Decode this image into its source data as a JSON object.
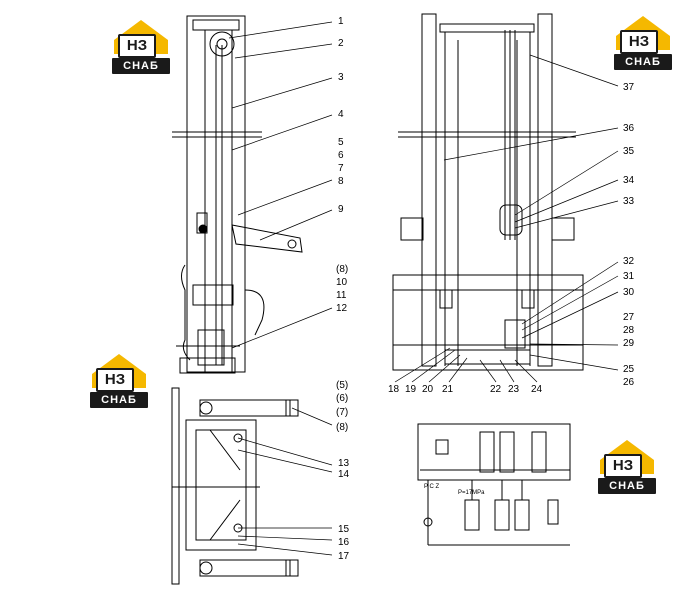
{
  "logo": {
    "mark": "НЗ",
    "sub": "СНАБ"
  },
  "callouts_left": [
    "1",
    "2",
    "3",
    "4",
    "5",
    "6",
    "7",
    "8",
    "9",
    "(8)",
    "10",
    "11",
    "12"
  ],
  "callouts_bottom_left": [
    "(5)",
    "(6)",
    "(7)",
    "(8)",
    "13",
    "14",
    "15",
    "16",
    "17"
  ],
  "callouts_right": [
    "37",
    "36",
    "35",
    "34",
    "33",
    "32",
    "31",
    "30",
    "27",
    "28",
    "29",
    "25",
    "26"
  ],
  "callouts_bottom_right": [
    "18",
    "19",
    "20",
    "21",
    "22",
    "23",
    "24"
  ],
  "schematic_labels": {
    "ports": "P  C  Z",
    "pressure": "P=17MPa"
  },
  "colors": {
    "line": "#000000",
    "logo_yellow": "#f5b800",
    "logo_dark": "#1a1a1a"
  }
}
